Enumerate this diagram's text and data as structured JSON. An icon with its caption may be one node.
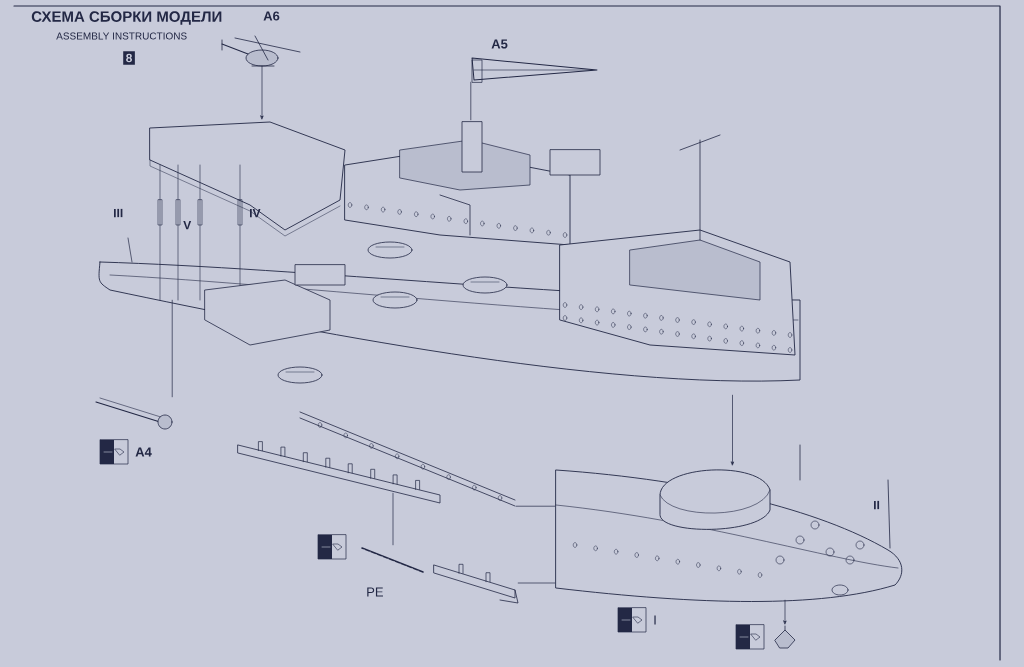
{
  "diagram": {
    "title": "СХЕМА СБОРКИ МОДЕЛИ",
    "nodes": [
      {
        "text": [],
        "shape": "picture"
      },
      {
        "text": [],
        "shape": "picture"
      },
      {
        "text": [],
        "shape": "picture"
      },
      {
        "text": [],
        "shape": "picture"
      },
      {
        "text": [],
        "shape": "picture"
      },
      {
        "text": [],
        "shape": "picture"
      },
      {
        "text": [],
        "shape": "picture"
      },
      {
        "text": [],
        "shape": "picture"
      },
      {
        "text": [],
        "shape": "picture"
      }
    ],
    "edges": [
      {
        "from": 0,
        "to": 1,
        "arrow": "to"
      },
      {
        "from": 3,
        "to": 1,
        "arrow": "none"
      },
      {
        "from": 1,
        "to": 2,
        "arrow": "to"
      },
      {
        "from": 4,
        "to": 1,
        "arrow": "none"
      },
      {
        "from": 6,
        "to": 7,
        "arrow": "none"
      },
      {
        "from": 7,
        "to": 2,
        "arrow": "none"
      },
      {
        "from": 8,
        "to": 2,
        "arrow": "none"
      },
      {
        "from": 2,
        "to": 5,
        "arrow": "to"
      }
    ],
    "labels": [
      "ASSEMBLY INSTRUCTIONS",
      "8",
      "A6",
      "A5",
      "III",
      "V",
      "IV",
      "A4",
      "II",
      "PE",
      "I"
    ]
  }
}
